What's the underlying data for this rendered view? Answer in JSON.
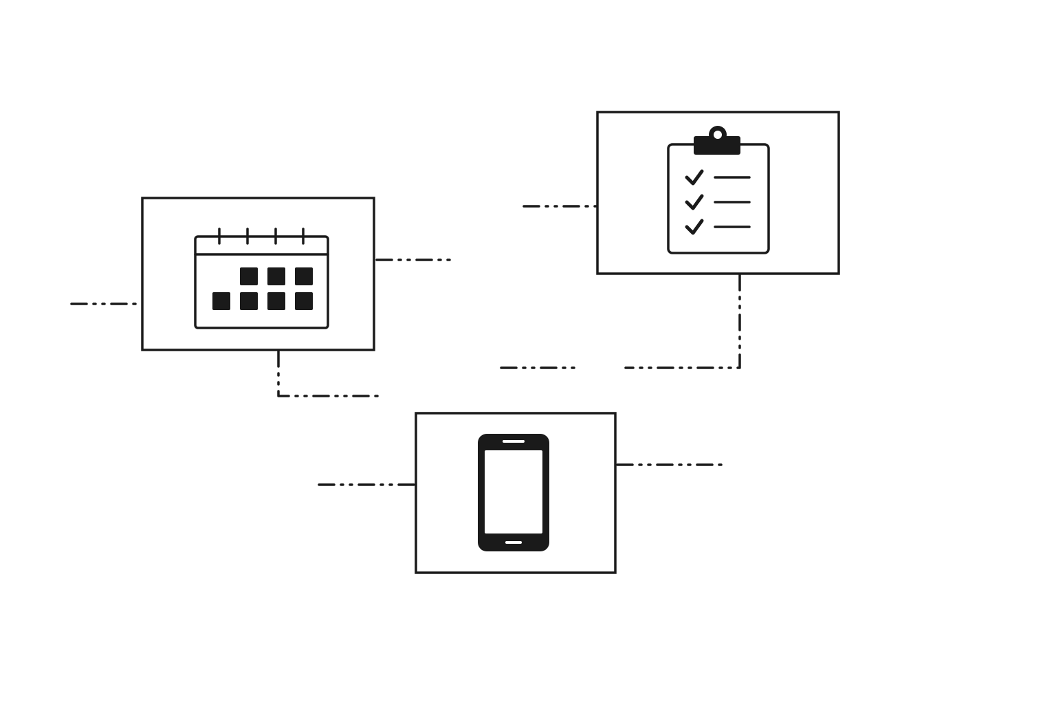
{
  "diagram": {
    "nodes": [
      {
        "id": "calendar",
        "icon": "calendar-icon"
      },
      {
        "id": "checklist",
        "icon": "clipboard-checklist-icon"
      },
      {
        "id": "phone",
        "icon": "smartphone-icon"
      }
    ],
    "connections": [
      {
        "from": "calendar",
        "to": "phone",
        "style": "dash-dot"
      },
      {
        "from": "checklist",
        "to": "phone",
        "style": "dash-dot"
      }
    ],
    "colors": {
      "ink": "#1a1a1a",
      "background": "#ffffff"
    }
  }
}
